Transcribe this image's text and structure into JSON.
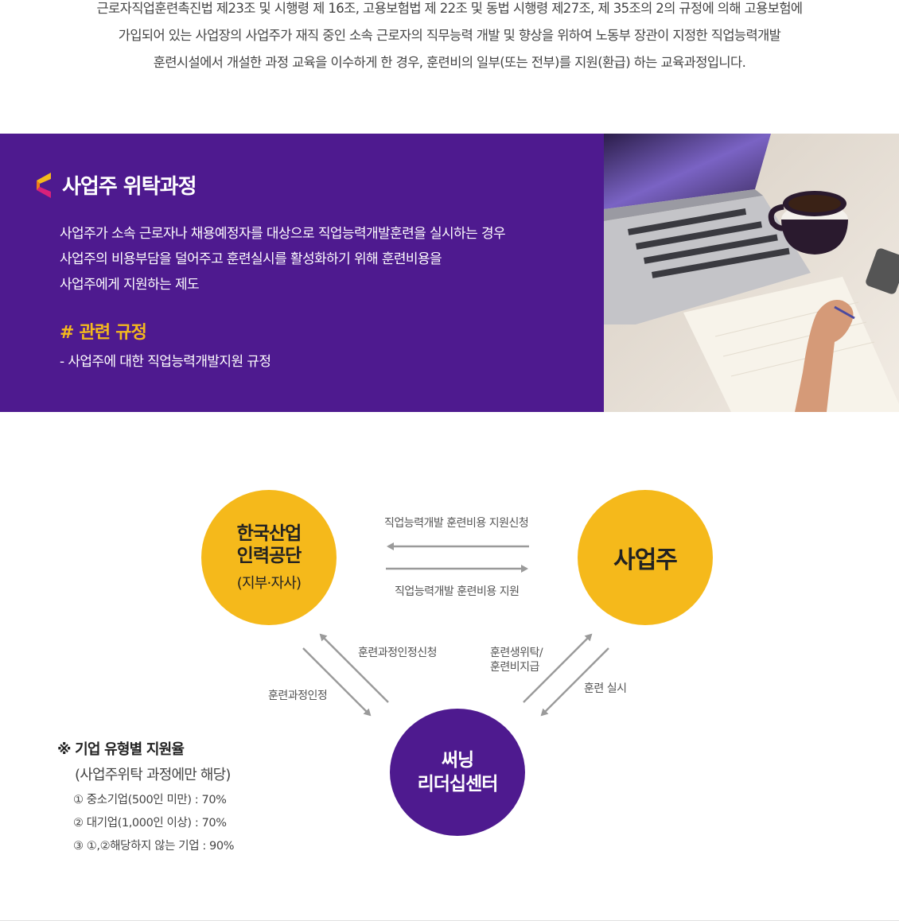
{
  "intro": {
    "lines": [
      "근로자직업훈련촉진법 제23조 및 시행령 제 16조, 고용보험법 제 22조 및 동법 시행령 제27조, 제 35조의 2의 규정에 의해 고용보험에",
      "가입되어 있는 사업장의 사업주가 재직 중인 소속 근로자의 직무능력 개발 및 향상을 위하여 노동부 장관이 지정한 직업능력개발",
      "훈련시설에서 개설한 과정 교육을 이수하게 한 경우, 훈련비의 일부(또는 전부)를 지원(환급) 하는 교육과정입니다."
    ]
  },
  "banner": {
    "title": "사업주 위탁과정",
    "desc": [
      "사업주가 소속 근로자나 채용예정자를 대상으로 직업능력개발훈련을 실시하는 경우",
      "사업주의 비용부담을 덜어주고 훈련실시를 활성화하기 위해 훈련비용을",
      "사업주에게 지원하는 제도"
    ],
    "regulation_title": "# 관련 규정",
    "regulation_item": "- 사업주에 대한 직업능력개발지원 규정",
    "accent_color": "#f4b91d",
    "bg_color": "#4e1a8f"
  },
  "diagram": {
    "nodes": {
      "agency": {
        "line1": "한국산업",
        "line2": "인력공단",
        "sub": "(지부·자사)"
      },
      "employer": {
        "name": "사업주"
      },
      "center": {
        "line1": "써닝",
        "line2": "리더십센터"
      }
    },
    "edges": {
      "employer_to_agency": "직업능력개발 훈련비용 지원신청",
      "agency_to_employer": "직업능력개발 훈련비용 지원",
      "center_to_agency": "훈련과정인정신청",
      "agency_to_center": "훈련과정인정",
      "center_to_employer_1": "훈련생위탁/",
      "center_to_employer_2": "훈련비지급",
      "employer_to_center": "훈련 실시"
    },
    "colors": {
      "yellow": "#f5b91b",
      "purple": "#4e1a8f",
      "arrow": "#9a9a9a"
    }
  },
  "rates": {
    "title": "※ 기업 유형별 지원율",
    "subtitle": "(사업주위탁 과정에만 해당)",
    "items": [
      "① 중소기업(500인 미만) : 70%",
      "② 대기업(1,000인 이상) : 70%",
      "③ ①,②해당하지 않는 기업 :  90%"
    ]
  }
}
